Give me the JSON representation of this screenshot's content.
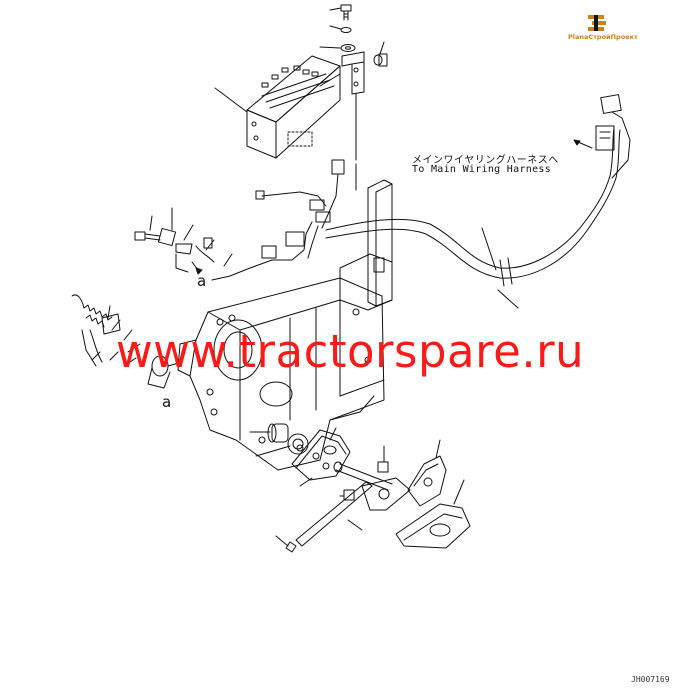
{
  "diagram": {
    "callout_japanese": "メインワイヤリングハーネスへ",
    "callout_english": "To Main Wiring Harness",
    "view_marker_upper": "a",
    "view_marker_lower": "a",
    "drawing_number": "JH007169"
  },
  "watermark": {
    "text": "www.tractorspare.ru",
    "color": "#ff1a1a"
  },
  "logo": {
    "text": "PlanaСтройПроект",
    "icon": "stacked-bars-logo-icon",
    "color": "#c8831a"
  },
  "colors": {
    "line": "#111111",
    "background": "#ffffff"
  }
}
